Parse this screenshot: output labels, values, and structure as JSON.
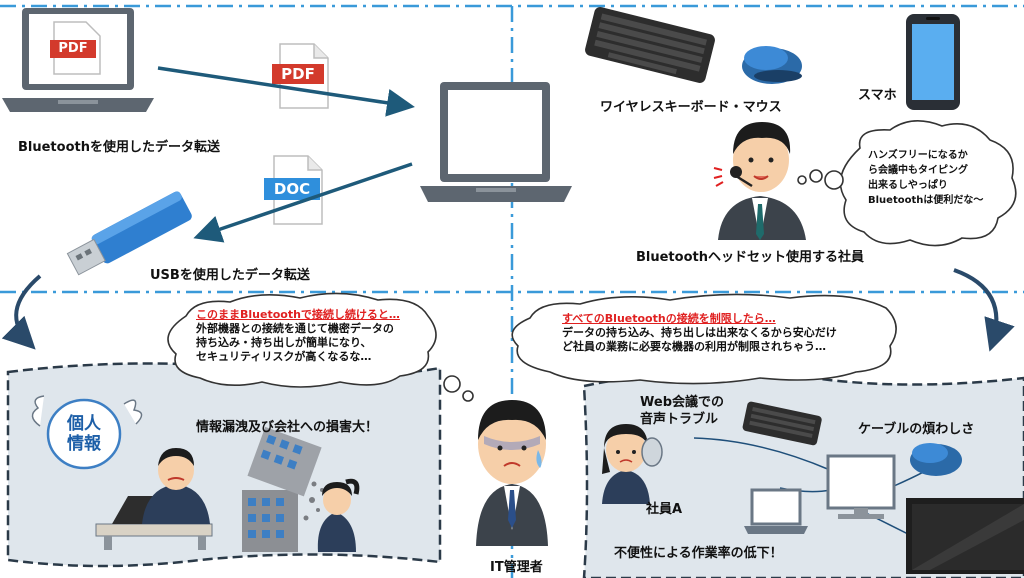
{
  "labels": {
    "bt_transfer": "Bluetoothを使用したデータ転送",
    "usb_transfer": "USBを使用したデータ転送",
    "keyboard_mouse": "ワイヤレスキーボード・マウス",
    "smartphone": "スマホ",
    "headset_employee": "Bluetoothヘッドセット使用する社員",
    "damage": "情報漏洩及び会社への損害大！",
    "it_admin": "IT管理者",
    "web_meeting_1": "Web会議での",
    "web_meeting_2": "音声トラブル",
    "cable": "ケーブルの煩わしさ",
    "employee_a": "社員A",
    "inefficiency": "不便性による作業率の低下！"
  },
  "file_icons": {
    "pdf": "PDF",
    "doc": "DOC"
  },
  "badge": {
    "line1": "個人",
    "line2": "情報"
  },
  "bubbles": {
    "employee": [
      "ハンズフリーになるか",
      "ら会議中もタイピング",
      "出来るしやっぱり",
      "Bluetoothは便利だな～"
    ],
    "left_title": "このままBluetoothで接続し続けると…",
    "left_body": [
      "外部機器との接続を通じて機密データの",
      "持ち込み・持ち出しが簡単になり、",
      "セキュリティリスクが高くなるな…"
    ],
    "right_title": "すべてのBluetoothの接続を制限したら…",
    "right_body": [
      "データの持ち込み、持ち出しは出来なくるから安心だけ",
      "ど社員の業務に必要な機器の利用が制限されちゃう…"
    ]
  },
  "colors": {
    "divider": "#3a9ad9",
    "arrow": "#1e5a7a",
    "laptop": "#5d6670",
    "usb": "#2f7fd0",
    "pdf_red": "#d33a2c",
    "doc_blue": "#2f8fdc",
    "accent_red": "#e02020",
    "panel": "#dfe6ec"
  }
}
